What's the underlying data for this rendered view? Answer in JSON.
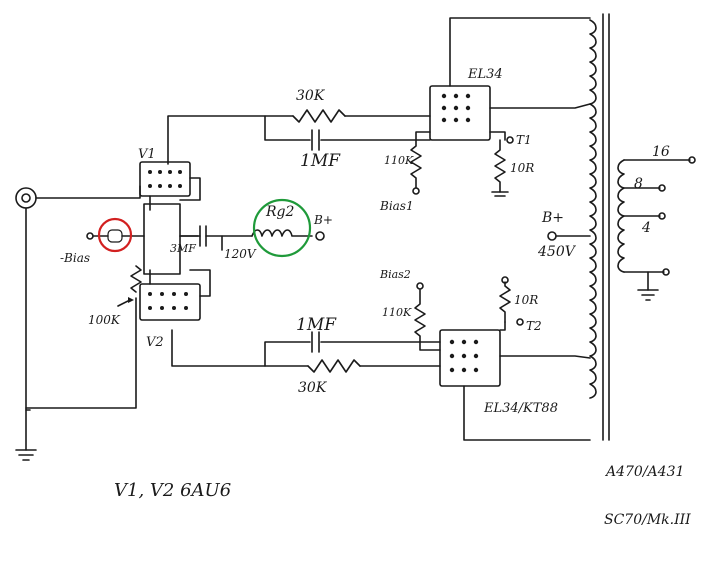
{
  "labels": {
    "v1": "V1",
    "v2": "V2",
    "tube_type_note": "V1, V2   6AU6",
    "upper_output_tube": "EL34",
    "lower_output_tube": "EL34/KT88",
    "upper_feedback_resistor": "30K",
    "upper_feedback_cap": "1MF",
    "lower_feedback_cap": "1MF",
    "lower_feedback_resistor": "30K",
    "upper_grid_resistor": "110K",
    "lower_grid_resistor": "110K",
    "bias1": "Bias1",
    "bias2": "Bias2",
    "upper_cathode_resistor": "10R",
    "lower_cathode_resistor": "10R",
    "t1": "T1",
    "t2": "T2",
    "neg_bias": "-Bias",
    "coupling_cap": "3MF",
    "node_voltage": "120V",
    "rg2": "Rg2",
    "bplus_small": "B+",
    "bplus_main": "B+",
    "bplus_voltage": "450V",
    "pot": "100K",
    "tap16": "16",
    "tap8": "8",
    "tap4": "4",
    "transformer_1": "A470/A431",
    "transformer_2": "SC70/Mk.III"
  },
  "highlight_colors": {
    "red_circle": "#d22020",
    "green_circle": "#1f9a3a"
  }
}
